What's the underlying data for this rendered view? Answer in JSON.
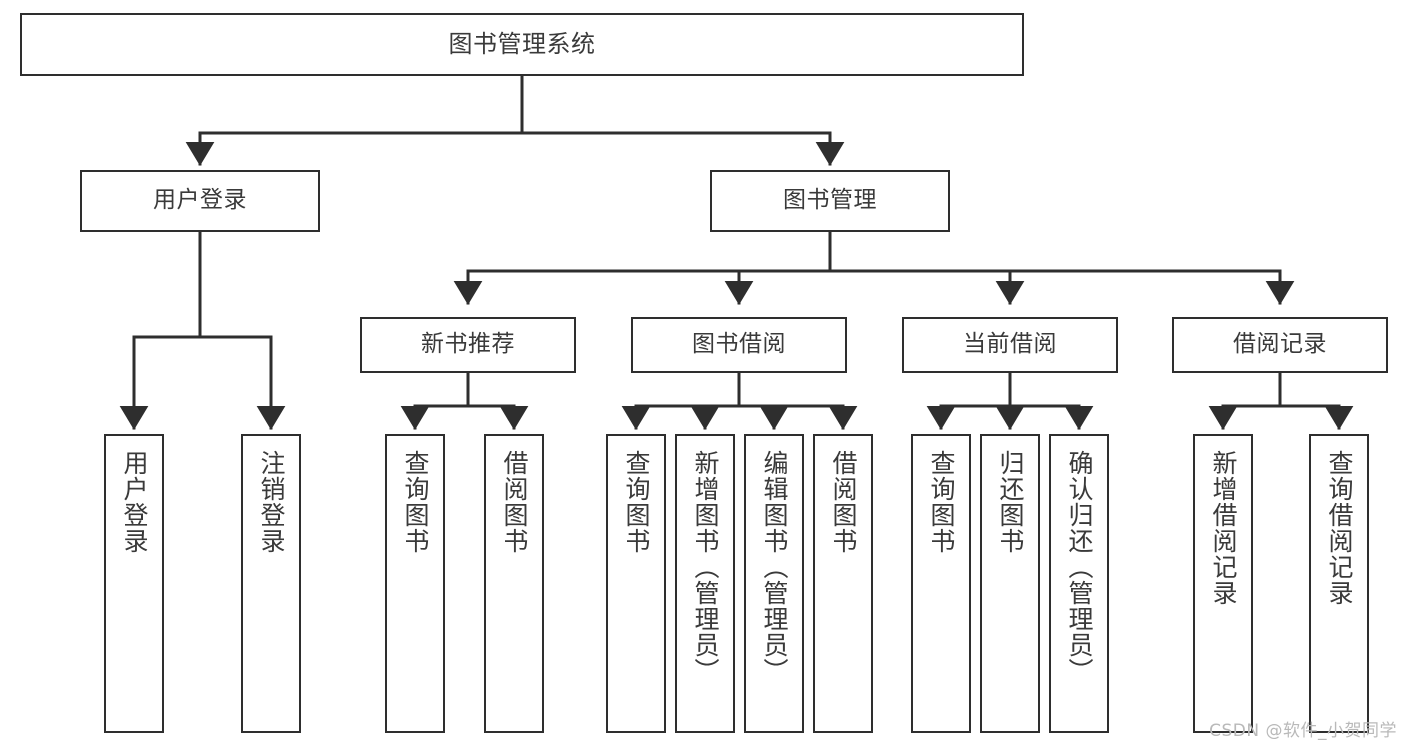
{
  "diagram": {
    "title": "图书管理系统",
    "type": "functional-structure-tree",
    "stroke_color": "#2e2e2e",
    "text_color": "#3a3a3a",
    "background_color": "#ffffff",
    "watermark": "CSDN @软件_小贺同学",
    "nodes": {
      "root": {
        "label": "图书管理系统"
      },
      "level1": [
        {
          "id": "user-login",
          "label": "用户登录"
        },
        {
          "id": "book-manage",
          "label": "图书管理"
        }
      ],
      "level2": [
        {
          "id": "new-book-recommend",
          "label": "新书推荐"
        },
        {
          "id": "book-borrow",
          "label": "图书借阅"
        },
        {
          "id": "current-borrow",
          "label": "当前借阅"
        },
        {
          "id": "borrow-record",
          "label": "借阅记录"
        }
      ],
      "leaves": {
        "user-login": [
          {
            "id": "leaf-user-login",
            "label": "用户登录"
          },
          {
            "id": "leaf-logout-login",
            "label": "注销登录"
          }
        ],
        "new-book-recommend": [
          {
            "id": "leaf-query-book-1",
            "label": "查询图书"
          },
          {
            "id": "leaf-borrow-book-1",
            "label": "借阅图书"
          }
        ],
        "book-borrow": [
          {
            "id": "leaf-query-book-2",
            "label": "查询图书"
          },
          {
            "id": "leaf-add-book",
            "label": "新增图书（管理员）"
          },
          {
            "id": "leaf-edit-book",
            "label": "编辑图书（管理员）"
          },
          {
            "id": "leaf-borrow-book-2",
            "label": "借阅图书"
          }
        ],
        "current-borrow": [
          {
            "id": "leaf-query-book-3",
            "label": "查询图书"
          },
          {
            "id": "leaf-return-book",
            "label": "归还图书"
          },
          {
            "id": "leaf-confirm-return",
            "label": "确认归还（管理员）"
          }
        ],
        "borrow-record": [
          {
            "id": "leaf-add-record",
            "label": "新增借阅记录"
          },
          {
            "id": "leaf-query-record",
            "label": "查询借阅记录"
          }
        ]
      }
    }
  }
}
